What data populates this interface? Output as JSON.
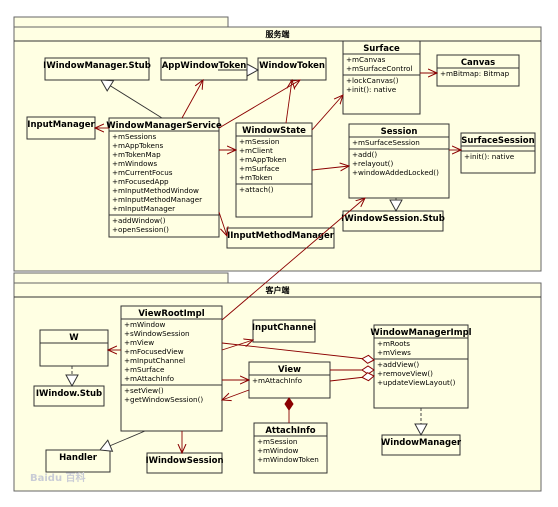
{
  "packages": {
    "server": {
      "title": "服务端"
    },
    "client": {
      "title": "客户端"
    }
  },
  "classes": {
    "windowManagerStub": {
      "name": "IWindowManager.Stub",
      "attrs": [],
      "methods": []
    },
    "appWindowToken": {
      "name": "AppWindowToken",
      "attrs": [],
      "methods": []
    },
    "windowToken": {
      "name": "WindowToken",
      "attrs": [],
      "methods": []
    },
    "surface": {
      "name": "Surface",
      "attrs": [
        "+mCanvas",
        "+mSurfaceControl"
      ],
      "methods": [
        "+lockCanvas()",
        "+init(): native"
      ]
    },
    "canvas": {
      "name": "Canvas",
      "attrs": [
        "+mBitmap: Bitmap"
      ],
      "methods": []
    },
    "inputManager": {
      "name": "InputManager",
      "attrs": [],
      "methods": []
    },
    "windowManagerService": {
      "name": "WindowManagerService",
      "attrs": [
        "+mSessions",
        "+mAppTokens",
        "+mTokenMap",
        "+mWindows",
        "+mCurrentFocus",
        "+mFocusedApp",
        "+mInputMethodWindow",
        "+mInputMethodManager",
        "+mInputManager"
      ],
      "methods": [
        "+addWindow()",
        "+openSession()"
      ]
    },
    "windowState": {
      "name": "WindowState",
      "attrs": [
        "+mSession",
        "+mClient",
        "+mAppToken",
        "+mSurface",
        "+mToken"
      ],
      "methods": [
        "+attach()"
      ]
    },
    "session": {
      "name": "Session",
      "attrs": [
        "+mSurfaceSession"
      ],
      "methods": [
        "+add()",
        "+relayout()",
        "+windowAddedLocked()"
      ]
    },
    "surfaceSession": {
      "name": "SurfaceSession",
      "attrs": [],
      "methods": [
        "+init(): native"
      ]
    },
    "windowSessionStub": {
      "name": "IWindowSession.Stub",
      "attrs": [],
      "methods": []
    },
    "inputMethodManager": {
      "name": "IInputMethodManager",
      "attrs": [],
      "methods": []
    },
    "w": {
      "name": "W",
      "attrs": [],
      "methods": []
    },
    "windowStub": {
      "name": "IWindow.Stub",
      "attrs": [],
      "methods": []
    },
    "viewRootImpl": {
      "name": "ViewRootImpl",
      "attrs": [
        "+mWindow",
        "+sWindowSession",
        "+mView",
        "+mFocusedView",
        "+mInputChannel",
        "+mSurface",
        "+mAttachInfo"
      ],
      "methods": [
        "+setView()",
        "+getWindowSession()"
      ]
    },
    "inputChannel": {
      "name": "InputChannel",
      "attrs": [],
      "methods": []
    },
    "windowManagerImpl": {
      "name": "WindowManagerImpl",
      "attrs": [
        "+mRoots",
        "+mViews"
      ],
      "methods": [
        "+addView()",
        "+removeView()",
        "+updateViewLayout()"
      ]
    },
    "view": {
      "name": "View",
      "attrs": [
        "+mAttachInfo"
      ],
      "methods": []
    },
    "attachInfo": {
      "name": "AttachInfo",
      "attrs": [
        "+mSession",
        "+mWindow",
        "+mWindowToken"
      ],
      "methods": []
    },
    "handler": {
      "name": "Handler",
      "attrs": [],
      "methods": []
    },
    "iWindowSession": {
      "name": "IWindowSession",
      "attrs": [],
      "methods": []
    },
    "windowManager": {
      "name": "WindowManager",
      "attrs": [],
      "methods": []
    }
  },
  "watermark": "Baidu 百科"
}
